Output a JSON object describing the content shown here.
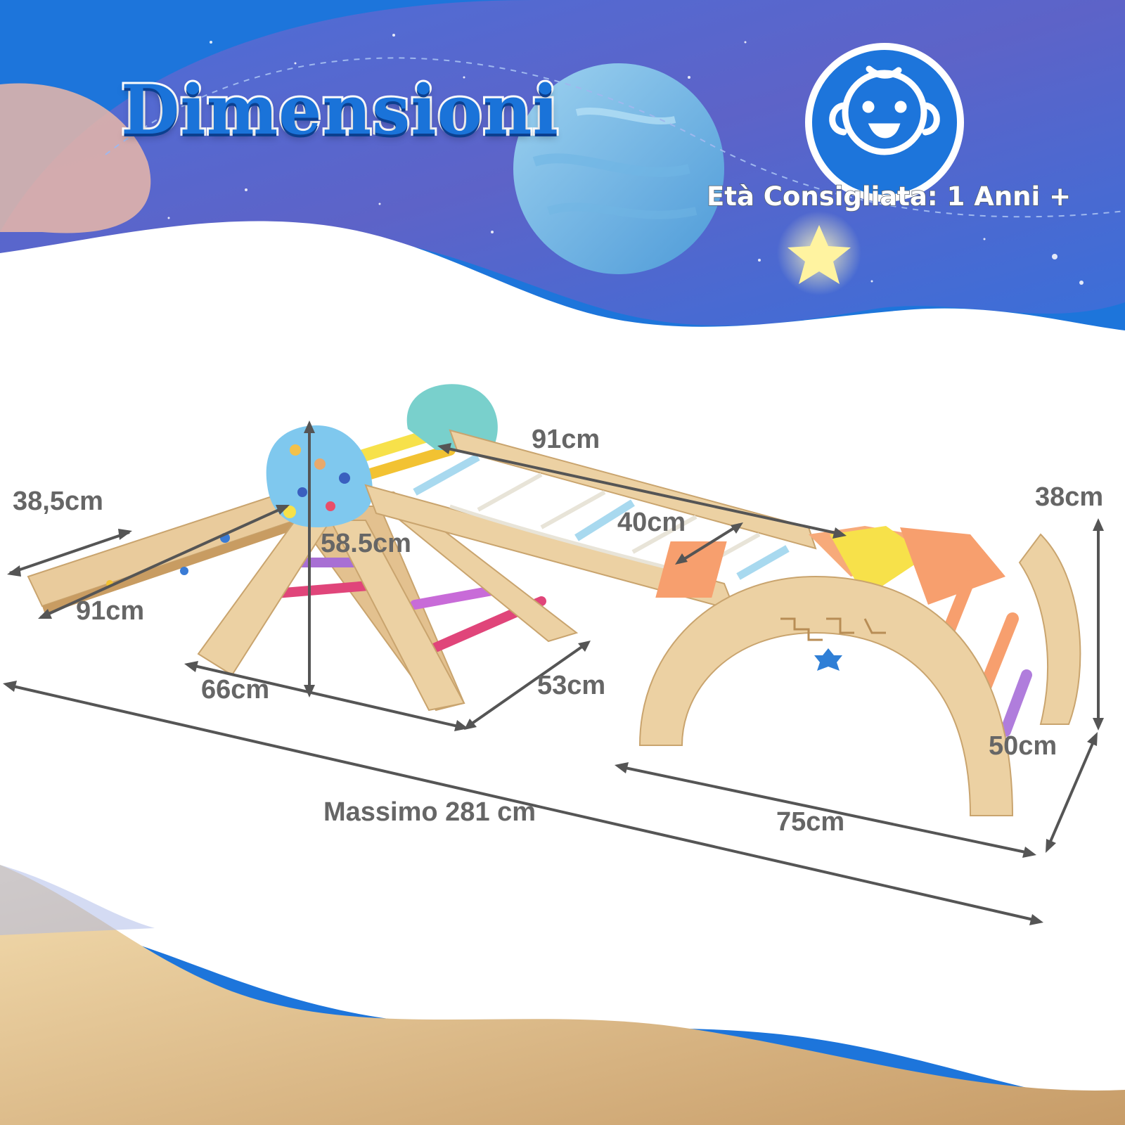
{
  "header": {
    "title": "Dimensioni",
    "age_label": "Età Consigliata: 1 Anni +"
  },
  "icons": {
    "badge": "baby-face-icon",
    "star": "star-icon"
  },
  "colors": {
    "sky_blue": "#2f6fd6",
    "night_purple": "#5b63c9",
    "title_blue": "#1a73d9",
    "dimension_text": "#666666",
    "arrow": "#555555",
    "wood": "#e8c99a",
    "sand": "#d9b98a"
  },
  "dimensions": {
    "ramp_width": "38,5cm",
    "ramp_length": "91cm",
    "triangle_height": "58.5cm",
    "triangle_depth": "66cm",
    "triangle_width": "53cm",
    "ladder_length": "91cm",
    "ladder_width": "40cm",
    "arch_height": "38cm",
    "arch_width": "50cm",
    "arch_length": "75cm",
    "total_length": "Massimo 281 cm"
  }
}
